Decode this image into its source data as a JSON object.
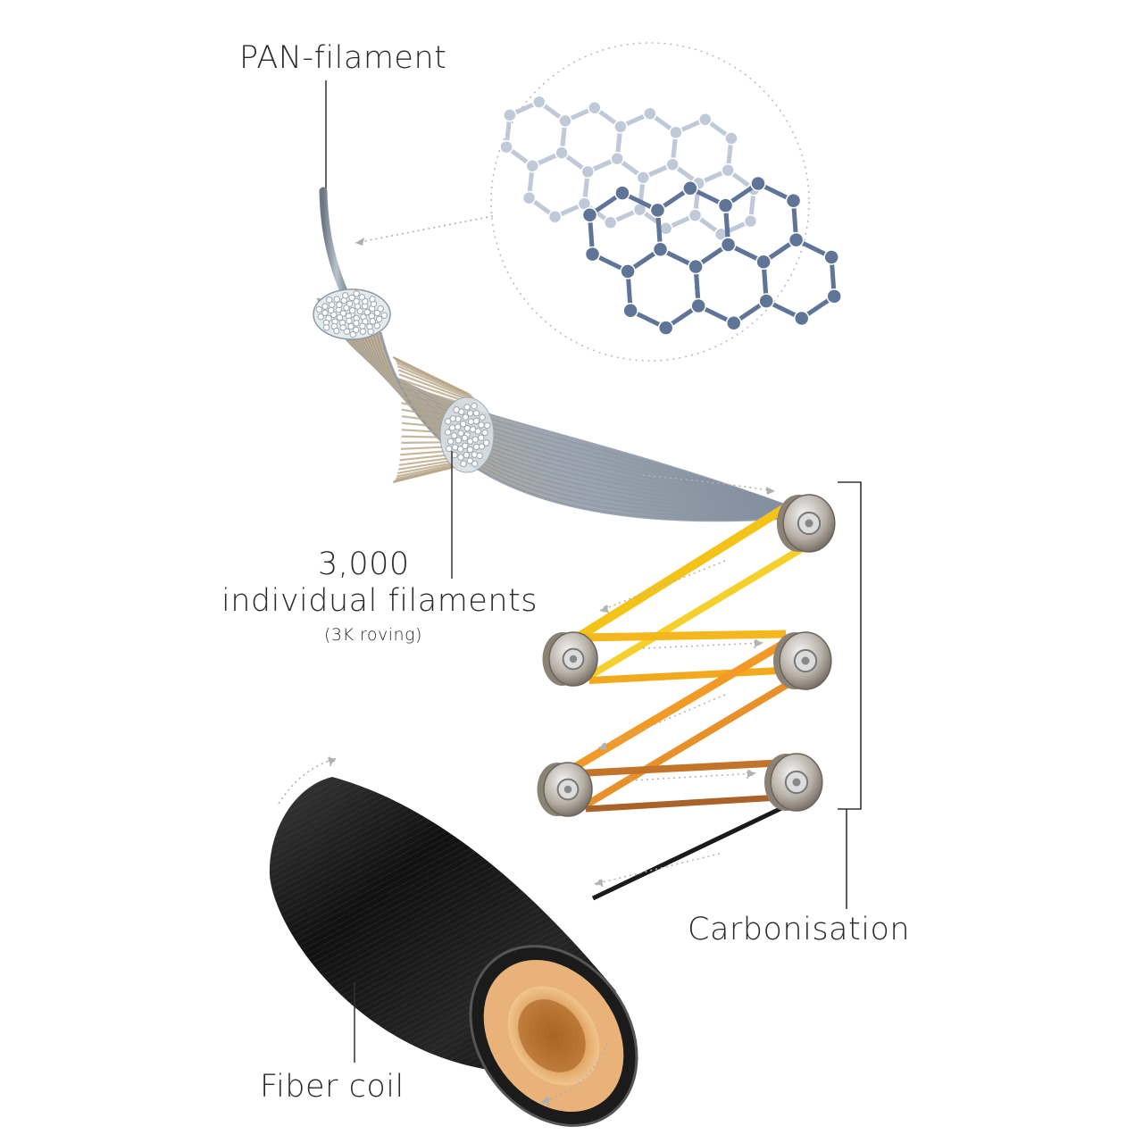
{
  "labels": {
    "pan_filament": "PAN-filament",
    "filament_count": "3,000",
    "individual_filaments": "individual filaments",
    "roving": "(3K roving)",
    "carbonisation": "Carbonisation",
    "fiber_coil": "Fiber coil"
  },
  "colors": {
    "molecule_back": "#b4c0d2",
    "molecule_front": "#5f7597",
    "fiber_steel": "#8a95a3",
    "belt_yellow": "#f2c21a",
    "belt_orange": "#f09a24",
    "belt_brown": "#b46a2a",
    "coil_black": "#141414",
    "core_tan": "#e8b278"
  }
}
